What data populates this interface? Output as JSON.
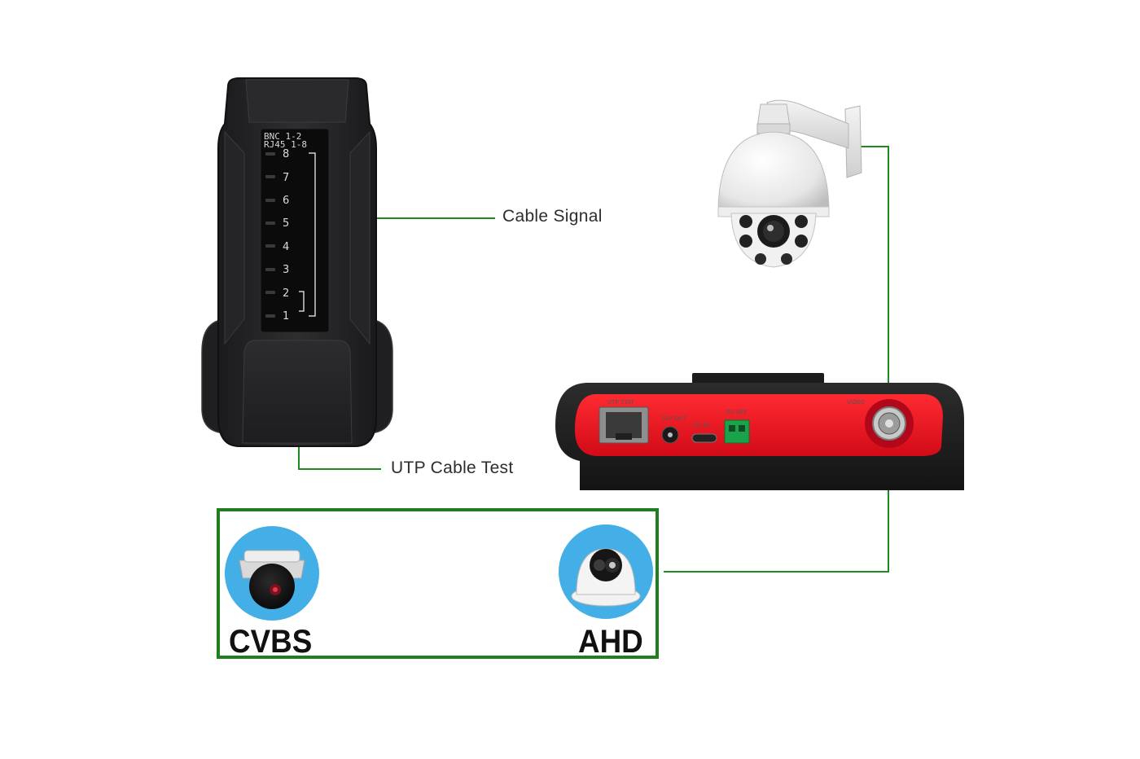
{
  "callouts": {
    "cable_signal": "Cable Signal",
    "utp_cable_test": "UTP Cable Test"
  },
  "tester_panel": {
    "header_line1": "BNC  1-2",
    "header_line2": "RJ45 1-8",
    "leds": [
      "8",
      "7",
      "6",
      "5",
      "4",
      "3",
      "2",
      "1"
    ]
  },
  "device_ports": {
    "utp_label": "UTP STAT",
    "dc_label": "12V OUT",
    "usb_label": "5V IN",
    "rs485_label": "RS 485",
    "video_label": "VIDEO"
  },
  "camera_types": [
    {
      "label": "CVBS"
    },
    {
      "label": "AHD"
    }
  ],
  "colors": {
    "connector_green": "#1f8a1f",
    "box_green": "#1f7f1f",
    "device_red": "#e8121f",
    "badge_blue": "#44aee6"
  },
  "icons": [
    "ptz-camera-icon",
    "cable-tester-device",
    "dome-camera-icon",
    "turret-camera-icon"
  ]
}
